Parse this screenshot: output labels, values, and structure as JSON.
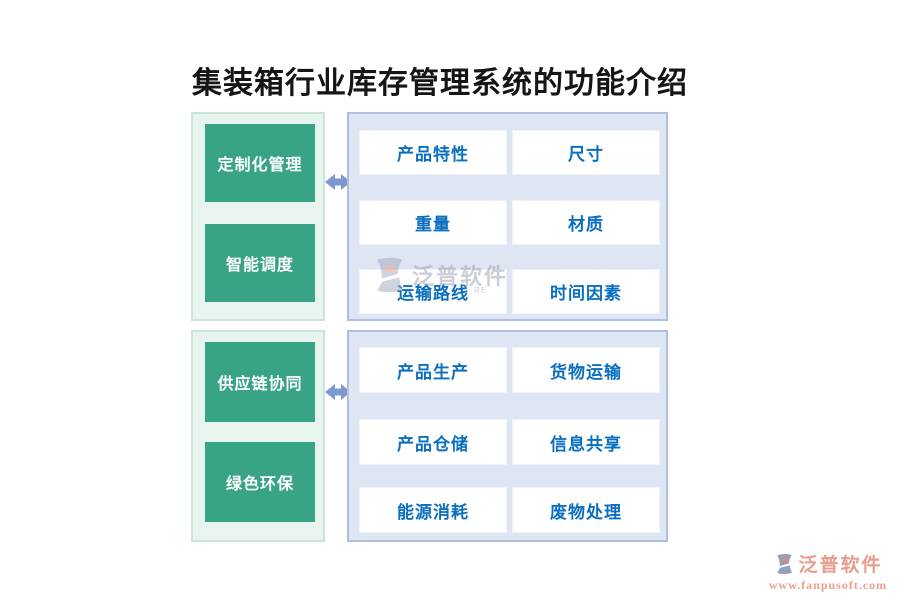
{
  "title": "集装箱行业库存管理系统的功能介绍",
  "sections": [
    {
      "features": [
        "定制化管理",
        "智能调度"
      ],
      "details": [
        "产品特性",
        "尺寸",
        "重量",
        "材质",
        "运输路线",
        "时间因素"
      ]
    },
    {
      "features": [
        "供应链协同",
        "绿色环保"
      ],
      "details": [
        "产品生产",
        "货物运输",
        "产品仓储",
        "信息共享",
        "能源消耗",
        "废物处理"
      ]
    }
  ],
  "watermark": {
    "center_brand": "泛普软件",
    "center_sub": "RE",
    "corner_brand": "泛普软件",
    "corner_url": "www.fanpusoft.com"
  },
  "colors": {
    "feature_green": "#38a385",
    "detail_blue_text": "#0a6fc0",
    "panel_green_bg": "#e8f4ee",
    "panel_blue_bg": "#dee6f4",
    "arrow_blue": "#7e96d1",
    "watermark_salmon": "#e79c8c"
  }
}
